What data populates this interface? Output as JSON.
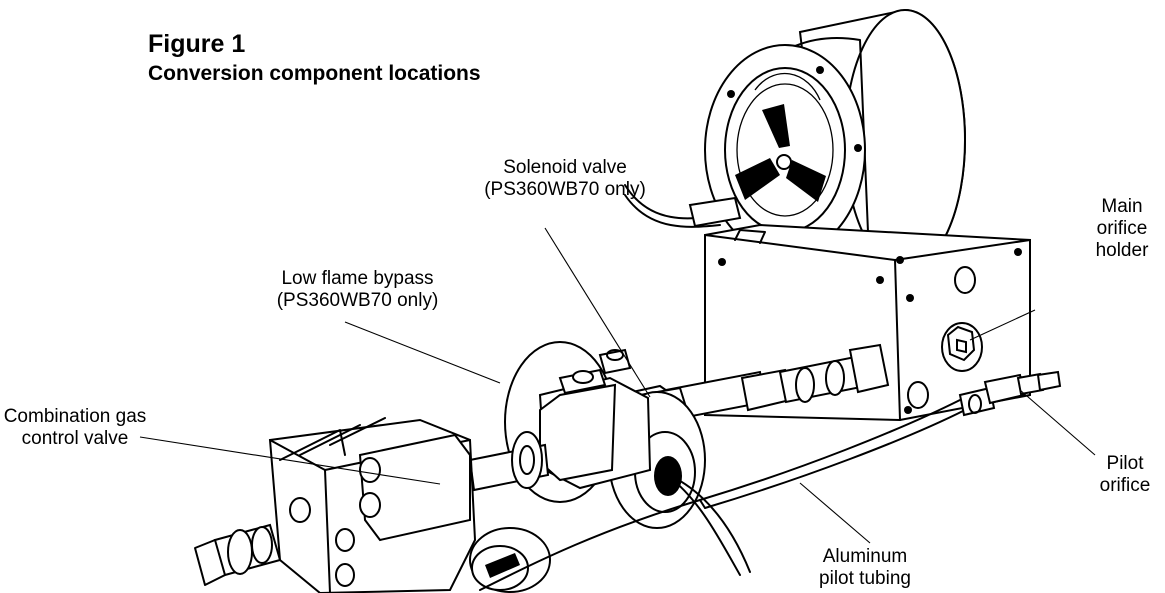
{
  "figure": {
    "title": "Figure 1",
    "subtitle": "Conversion component locations"
  },
  "labels": {
    "solenoid_valve": [
      "Solenoid valve",
      "(PS360WB70 only)"
    ],
    "low_flame_bypass": [
      "Low flame bypass",
      "(PS360WB70 only)"
    ],
    "combination_valve": [
      "Combination gas",
      "control valve"
    ],
    "main_orifice_holder": [
      "Main",
      "orifice",
      "holder"
    ],
    "pilot_orifice": [
      "Pilot",
      "orifice"
    ],
    "aluminum_tubing": [
      "Aluminum",
      "pilot tubing"
    ]
  }
}
